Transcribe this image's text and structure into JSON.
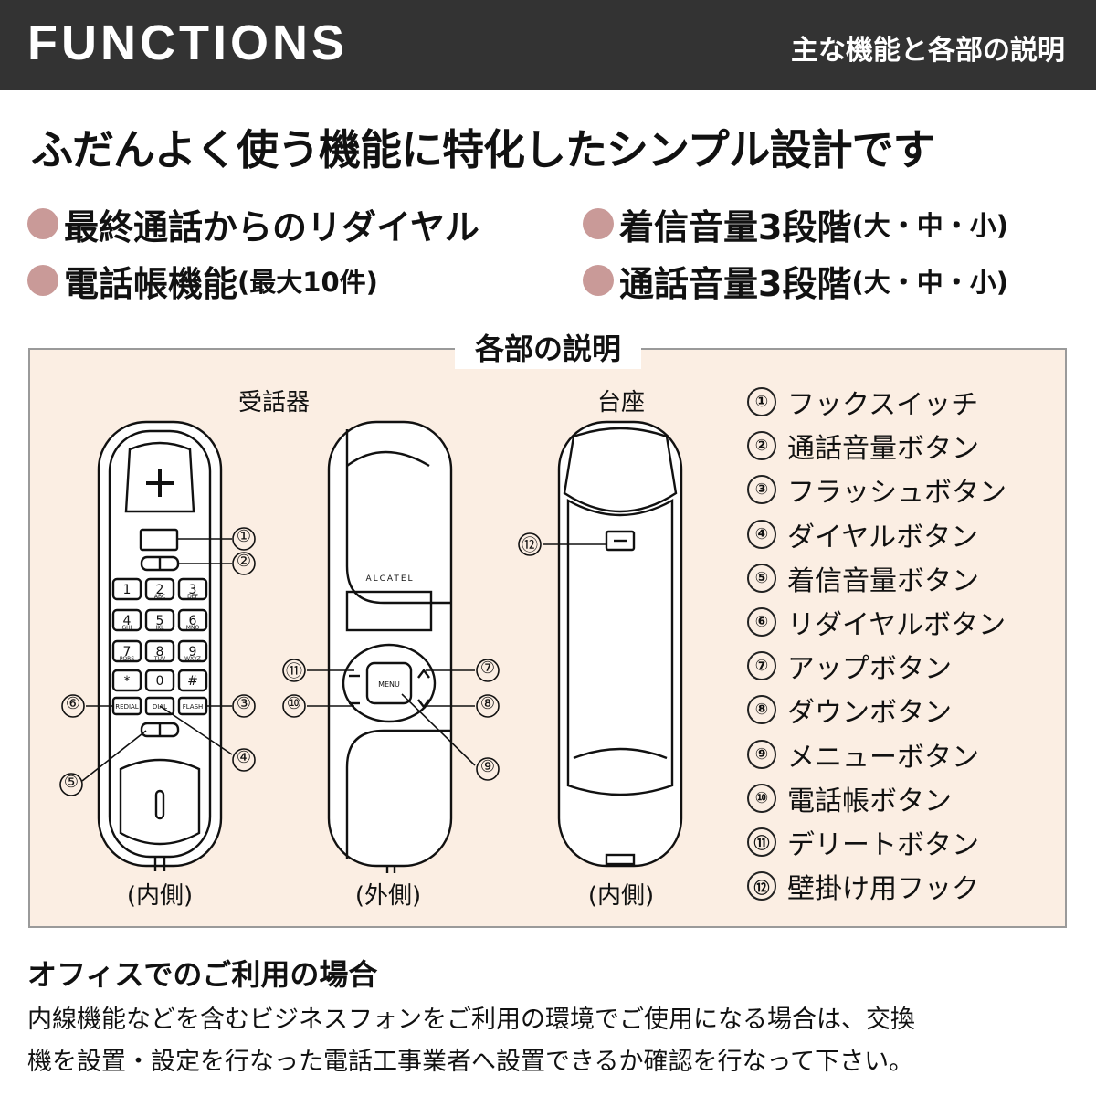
{
  "header": {
    "title": "FUNCTIONS",
    "subtitle": "主な機能と各部の説明"
  },
  "headline": "ふだんよく使う機能に特化したシンプル設計です",
  "features": [
    {
      "main": "最終通話からのリダイヤル",
      "paren": ""
    },
    {
      "main": "着信音量3段階",
      "paren": "(大・中・小)"
    },
    {
      "main": "電話帳機能",
      "paren": "(最大10件)"
    },
    {
      "main": "通話音量3段階",
      "paren": "(大・中・小)"
    }
  ],
  "colors": {
    "header_bg": "#333333",
    "bullet": "#c99a98",
    "panel_bg": "#fbeee3"
  },
  "parts": {
    "title": "各部の説明",
    "handset_label": "受話器",
    "base_label": "台座",
    "captions": [
      "(内側)",
      "(外側)",
      "(内側)"
    ],
    "brand": "ALCATEL",
    "keys": [
      "1",
      "2",
      "3",
      "4",
      "5",
      "6",
      "7",
      "8",
      "9",
      "*",
      "0",
      "#"
    ],
    "key_letters": [
      "",
      "ABC",
      "DEF",
      "GHI",
      "JKL",
      "MNO",
      "PQRS",
      "TUV",
      "WXYZ",
      "",
      "",
      ""
    ],
    "func_keys": [
      "REDIAL",
      "DIAL",
      "FLASH"
    ],
    "menu_label": "MENU",
    "callout_numbers": [
      "①",
      "②",
      "③",
      "④",
      "⑤",
      "⑥",
      "⑦",
      "⑧",
      "⑨",
      "⑩",
      "⑪",
      "⑫"
    ],
    "legend": [
      {
        "num": "①",
        "name": "フックスイッチ"
      },
      {
        "num": "②",
        "name": "通話音量ボタン"
      },
      {
        "num": "③",
        "name": "フラッシュボタン"
      },
      {
        "num": "④",
        "name": "ダイヤルボタン"
      },
      {
        "num": "⑤",
        "name": "着信音量ボタン"
      },
      {
        "num": "⑥",
        "name": "リダイヤルボタン"
      },
      {
        "num": "⑦",
        "name": "アップボタン"
      },
      {
        "num": "⑧",
        "name": "ダウンボタン"
      },
      {
        "num": "⑨",
        "name": "メニューボタン"
      },
      {
        "num": "⑩",
        "name": "電話帳ボタン"
      },
      {
        "num": "⑪",
        "name": "デリートボタン"
      },
      {
        "num": "⑫",
        "name": "壁掛け用フック"
      }
    ]
  },
  "office": {
    "heading": "オフィスでのご利用の場合",
    "lines": [
      "内線機能などを含むビジネスフォンをご利用の環境でご使用になる場合は、交換",
      "機を設置・設定を行なった電話工事業者へ設置できるか確認を行なって下さい。"
    ]
  }
}
